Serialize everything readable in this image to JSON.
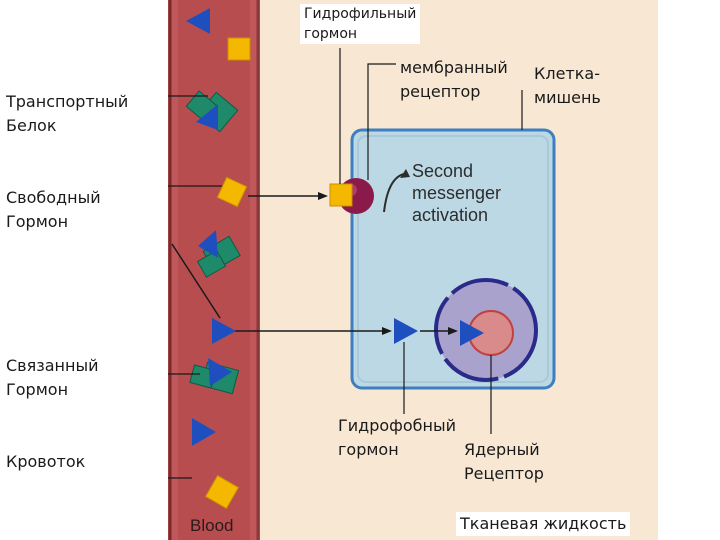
{
  "labels": {
    "transport_protein": "Транспортный\nБелок",
    "free_hormone": "Свободный\nГормон",
    "bound_hormone": "Связанный\nГормон",
    "bloodstream": "Кровоток",
    "hydrophilic_hormone": "Гидрофильный\nгормон",
    "membrane_receptor": "мембранный\nрецептор",
    "target_cell": "Клетка-\nмишень",
    "hydrophobic_hormone": "Гидрофобный\nгормон",
    "nuclear_receptor": "Ядерный\nРецептор",
    "tissue_fluid": "Тканевая жидкость",
    "second_messenger": "Second\nmessenger\nactivation",
    "blood": "Blood"
  },
  "colors": {
    "blood_vessel": "#c0575a",
    "tissue": "#f7e7d3",
    "cell": "#bcd8e4",
    "cell_border": "#3d7fc0",
    "hormone_square": "#f5b800",
    "hormone_triangle": "#1f4fbf",
    "carrier_protein": "#1f8a6a",
    "receptor": "#8a1a4a",
    "nucleus": "#d98a8a",
    "nuclear_envelope": "#2a2a8a"
  }
}
